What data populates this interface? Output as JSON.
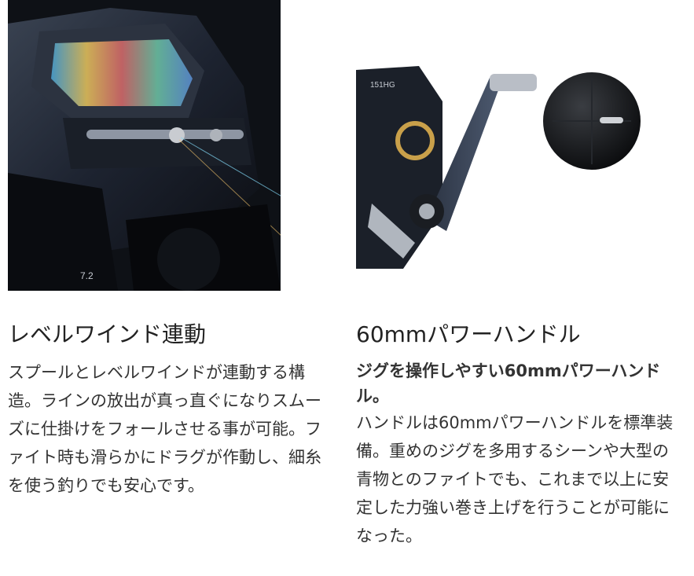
{
  "features": [
    {
      "title": "レベルワインド連動",
      "body": "スプールとレベルワインドが連動する構造。ラインの放出が真っ直ぐになりスムーズに仕掛けをフォールさせる事が可能。ファイト時も滑らかにドラグが作動し、細糸を使う釣りでも安心です。",
      "image_label": "7.2"
    },
    {
      "title": "60mmパワーハンドル",
      "lead": "ジグを操作しやすい60mmパワーハンドル。",
      "body": "ハンドルは60mmパワーハンドルを標準装備。重めのジグを多用するシーンや大型の青物とのファイトでも、これまで以上に安定した力強い巻き上げを行うことが可能になった。",
      "image_label": "151HG"
    }
  ]
}
